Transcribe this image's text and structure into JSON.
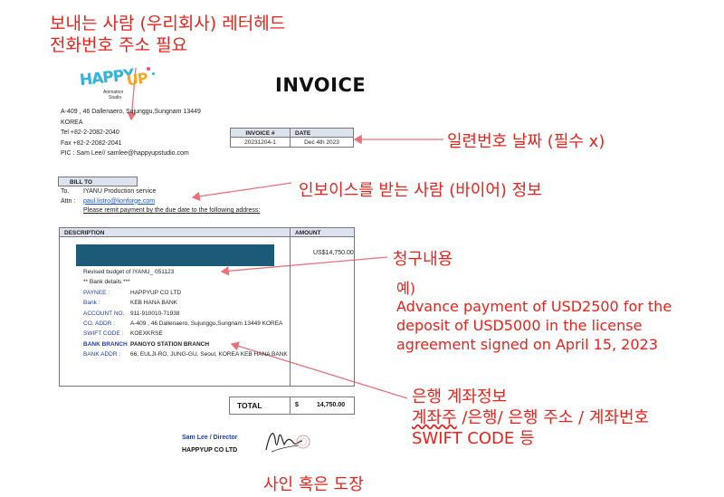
{
  "annotations": {
    "letterhead_line1": "보내는 사람 (우리회사) 레터헤드",
    "letterhead_line2": "전화번호 주소 필요",
    "serial_date": "일련번호 날짜 (필수 x)",
    "buyer_info": "인보이스를 받는 사람 (바이어) 정보",
    "billing": "청구내용",
    "example_title": "예)",
    "example_line1": "Advance payment of USD2500 for the",
    "example_line2": "deposit of USD5000 in the license",
    "example_line3": "agreement signed on April 15, 2023",
    "bank_line1": "은행 계좌정보",
    "bank_line2_a": "계좌주",
    "bank_line2_b": " /은행/ 은행 주소 / 계좌번호",
    "bank_line3": "SWIFT CODE 등",
    "signature": "사인 혹은 도장"
  },
  "logo": {
    "word1": "HAPPY",
    "word2": "UP",
    "sub1": "Animation",
    "sub2": "Studio"
  },
  "sender": {
    "address": "A-409 , 46 Dallenaero, Sujunggu,Sungnam 13449",
    "country": "KOREA",
    "tel": "Tel +82-2-2082-2040",
    "fax": "Fax +82-2-2082-2041",
    "pic": "PIC : Sam Lee//  samlee@happyupstudio.com"
  },
  "invoice_title": "INVOICE",
  "invoice_meta": {
    "no_header": "INVOICE #",
    "date_header": "DATE",
    "no_value": "20231204-1",
    "date_value": "Dec 4th 2023"
  },
  "bill_to": {
    "header": "BILL TO",
    "to_label": "To.",
    "to_value": "IYANU Production service",
    "attn_label": "Attn :",
    "attn_value": "paul.listro@lionforge.com",
    "note": "Please remit payment by the due date to the following address:"
  },
  "table": {
    "desc_header": "DESCRIPTION",
    "amount_header": "AMOUNT",
    "amount_value": "US$14,750.00",
    "revised": "Revised budget of IYANU_ 051123",
    "bank_details": "** Bank details ***",
    "payee_label": "PAYNEE :",
    "payee_value": "HAPPYUP CO LTD",
    "bank_label": "Bank :",
    "bank_value": "KEB HANA BANK",
    "account_label": "ACCOUNT NO.",
    "account_value": "911-910010-71938",
    "coaddr_label": "CO. ADDR :",
    "coaddr_value": "A-409 , 46 Dallenaero, Sujunggu,Sungnam 13449 KOREA",
    "swift_label": "SWIFT CODE :",
    "swift_value": "KOEXKRSE",
    "branch_label": "BANK BRANCH",
    "branch_value": "PANGYO STATION BRANCH",
    "bankaddr_label": "BANK ADDR :",
    "bankaddr_value": "66, EULJI-RO, JUNG-GU, Seoul, KOREA KEB HANA BANK",
    "total_label": "TOTAL",
    "total_currency": "$",
    "total_value": "14,750.00"
  },
  "signer": {
    "name": "Sam Lee / Director",
    "company": "HAPPYUP CO LTD"
  },
  "colors": {
    "annotation": "#e8231b",
    "redacted": "#1d5a78",
    "header_fill": "#dde3ee",
    "label_blue": "#1f3fb0"
  }
}
